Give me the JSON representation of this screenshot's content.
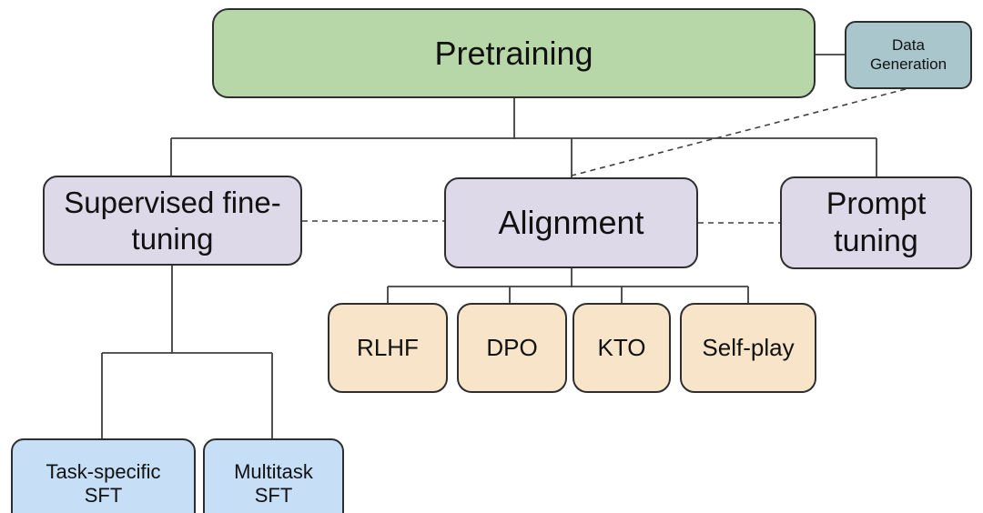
{
  "colors": {
    "background": "#ffffff",
    "edge_line": "#3f3f3f",
    "node_border": "#2e2e2e",
    "text": "#111111",
    "green": "#b7d7a8",
    "teal": "#a9c6cd",
    "lavender": "#ded9e8",
    "peach": "#f8e5c9",
    "blue": "#c6def6"
  },
  "nodes": {
    "pretraining": {
      "label": "Pretraining",
      "fill_color": "#b7d7a8"
    },
    "data_generation": {
      "label": "Data Generation",
      "fill_color": "#a9c6cd"
    },
    "supervised_fine_tuning": {
      "label": "Supervised fine-tuning",
      "fill_color": "#ded9e8"
    },
    "alignment": {
      "label": "Alignment",
      "fill_color": "#ded9e8"
    },
    "prompt_tuning": {
      "label": "Prompt tuning",
      "fill_color": "#ded9e8"
    },
    "rlhf": {
      "label": "RLHF",
      "fill_color": "#f8e5c9"
    },
    "dpo": {
      "label": "DPO",
      "fill_color": "#f8e5c9"
    },
    "kto": {
      "label": "KTO",
      "fill_color": "#f8e5c9"
    },
    "self_play": {
      "label": "Self-play",
      "fill_color": "#f8e5c9"
    },
    "task_specific_sft": {
      "label": "Task-specific SFT",
      "fill_color": "#c6def6"
    },
    "multitask_sft": {
      "label": "Multitask SFT",
      "fill_color": "#c6def6"
    }
  },
  "edges": [
    {
      "from": "pretraining",
      "to": "supervised_fine_tuning",
      "style": "solid"
    },
    {
      "from": "pretraining",
      "to": "alignment",
      "style": "solid"
    },
    {
      "from": "pretraining",
      "to": "prompt_tuning",
      "style": "solid"
    },
    {
      "from": "pretraining",
      "to": "data_generation",
      "style": "solid"
    },
    {
      "from": "data_generation",
      "to": "alignment",
      "style": "dashed"
    },
    {
      "from": "supervised_fine_tuning",
      "to": "alignment",
      "style": "dashed"
    },
    {
      "from": "alignment",
      "to": "prompt_tuning",
      "style": "dashed"
    },
    {
      "from": "alignment",
      "to": "rlhf",
      "style": "solid"
    },
    {
      "from": "alignment",
      "to": "dpo",
      "style": "solid"
    },
    {
      "from": "alignment",
      "to": "kto",
      "style": "solid"
    },
    {
      "from": "alignment",
      "to": "self_play",
      "style": "solid"
    },
    {
      "from": "supervised_fine_tuning",
      "to": "task_specific_sft",
      "style": "solid"
    },
    {
      "from": "supervised_fine_tuning",
      "to": "multitask_sft",
      "style": "solid"
    }
  ]
}
